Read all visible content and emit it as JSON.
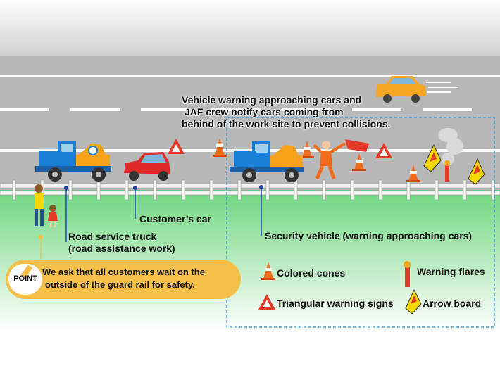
{
  "diagram": {
    "warning_text": [
      "Vehicle warning approaching cars and",
      "JAF crew notify cars coming from",
      "behind of the work site to prevent collisions."
    ],
    "labels": {
      "customer_car": "Customer’s car",
      "truck": [
        "Road service truck",
        "(road assistance work)"
      ],
      "security_vehicle": "Security vehicle (warning approaching cars)"
    },
    "point": {
      "badge": "POINT",
      "text": [
        "We ask that all customers wait on the",
        "outside of the guard rail for safety."
      ]
    },
    "legend": {
      "cones": "Colored cones",
      "flares": "Warning flares",
      "triangle": "Triangular warning signs",
      "arrow_board": "Arrow board"
    },
    "colors": {
      "road": "#b9b9b9",
      "grass": "#7fdc8a",
      "truck_blue": "#1a7fd6",
      "accent_orange": "#f7a21b",
      "warning_red": "#e63a28",
      "point_yellow": "#f5c04a",
      "dashed_blue": "#2e8fd0"
    }
  }
}
